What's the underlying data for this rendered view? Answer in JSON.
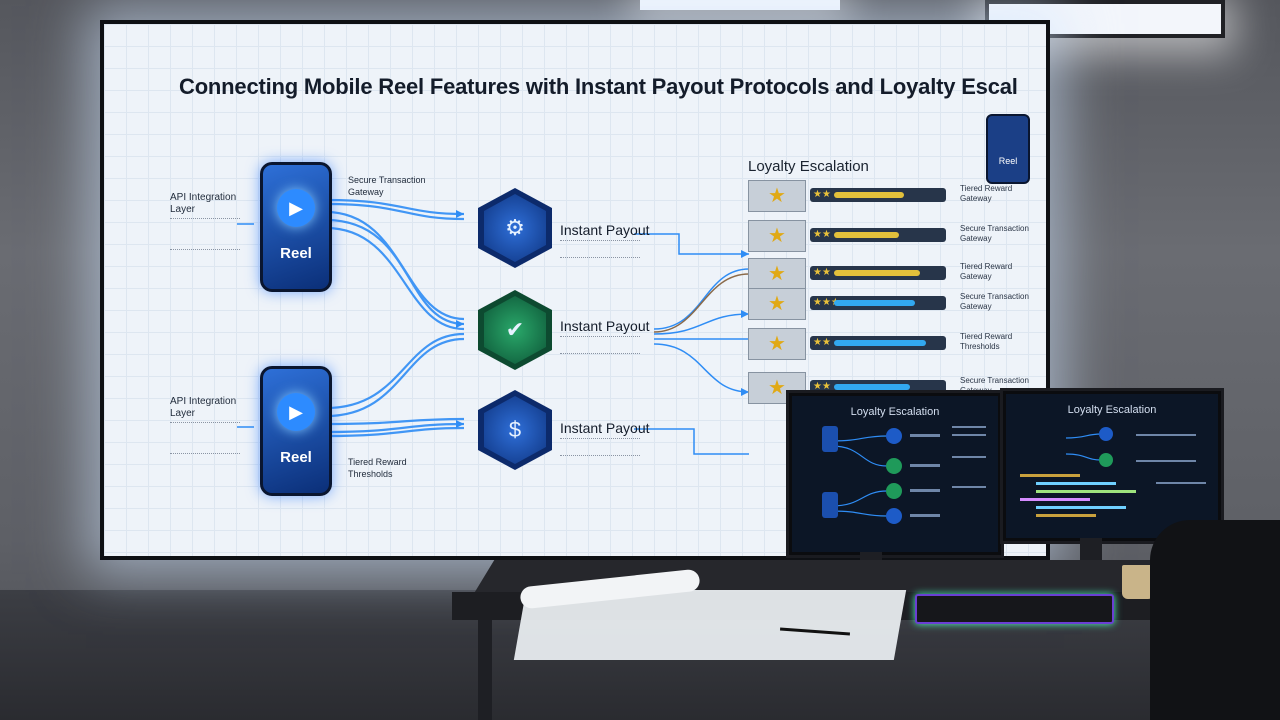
{
  "wall_display": {
    "title": "Connecting Mobile Reel Features with Instant Payout Protocols and Loyalty Escal",
    "left_inputs": [
      {
        "label": "API Integration\nLayer",
        "phone_label": "Reel"
      },
      {
        "label": "API Integration\nLayer",
        "phone_label": "Reel"
      }
    ],
    "top_annotation": "Secure Transaction\nGateway",
    "bottom_annotation": "Tiered Reward\nThresholds",
    "payout_nodes": [
      {
        "label": "Instant Payout",
        "icon": "gear-icon"
      },
      {
        "label": "Instant Payout",
        "icon": "check-icon"
      },
      {
        "label": "Instant Payout",
        "icon": "dollar-icon"
      }
    ],
    "loyalty_heading": "Loyalty Escalation",
    "corner_phone_label": "Reel",
    "loyalty_tiers": [
      {
        "stars": "★★",
        "progress": 0.65,
        "caption": "Tiered Reward\nGateway"
      },
      {
        "stars": "★★",
        "progress": 0.6,
        "caption": "Secure Transaction\nGateway"
      },
      {
        "stars": "★★",
        "progress": 0.8,
        "caption": "Tiered Reward\nGateway"
      },
      {
        "stars": "★★★",
        "progress": 0.75,
        "caption": "Secure Transaction\nGateway"
      },
      {
        "stars": "★★",
        "progress": 0.85,
        "caption": "Tiered Reward\nThresholds"
      },
      {
        "stars": "★★",
        "progress": 0.7,
        "caption": "Secure Transaction\nGateway"
      }
    ]
  },
  "monitors": {
    "left_title": "Loyalty Escalation",
    "right_title": "Loyalty Escalation"
  },
  "colors": {
    "accent": "#2d8bff",
    "success": "#27b56a",
    "star": "#e6b422"
  }
}
